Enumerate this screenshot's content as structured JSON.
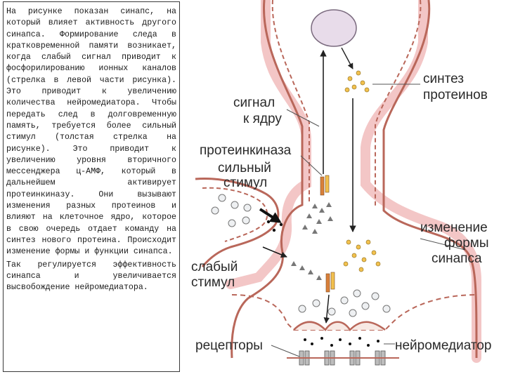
{
  "text": {
    "para1": "На рисунке показан синапс, на который влияет активность другого синапса. Формирование следа в кратковременной памяти возникает, когда слабый сигнал приводит к фосфорилированию ионных каналов (стрелка в левой части рисунка). Это приводит к увеличению количества нейромедиатора. Чтобы передать след в долговременную память, требуется более сильный стимул (толстая стрелка на рисунке). Это приводит к увеличению уровня вторичного мессенджера ц-АМФ, который в дальнейшем активирует протеинкиназу. Они вызывают изменения разных протеинов и влияют на клеточное ядро, которое в свою очередь отдает команду на синтез нового протеина. Происходит изменение формы и функции синапса.",
    "para2": "Так регулируется эффективность синапса и увеличивается высвобождение нейромедиатора."
  },
  "diagram": {
    "labels": {
      "synthesis_1": "синтез",
      "synthesis_2": "протеинов",
      "signal_1": "сигнал",
      "signal_2": "к ядру",
      "kinase": "протеинкиназа",
      "strong_1": "сильный",
      "strong_2": "стимул",
      "change_1": "изменение",
      "change_2": "формы",
      "change_3": "синапса",
      "weak_1": "слабый",
      "weak_2": "стимул",
      "receptors": "рецепторы",
      "neurotransmitter": "нейромедиатор"
    },
    "colors": {
      "membrane": "#b9675a",
      "membrane_glow": "#f3c6c6",
      "nucleus": "#e8dcea",
      "protein": "#f2c14e",
      "kinase_bar": "#d9803a"
    }
  }
}
